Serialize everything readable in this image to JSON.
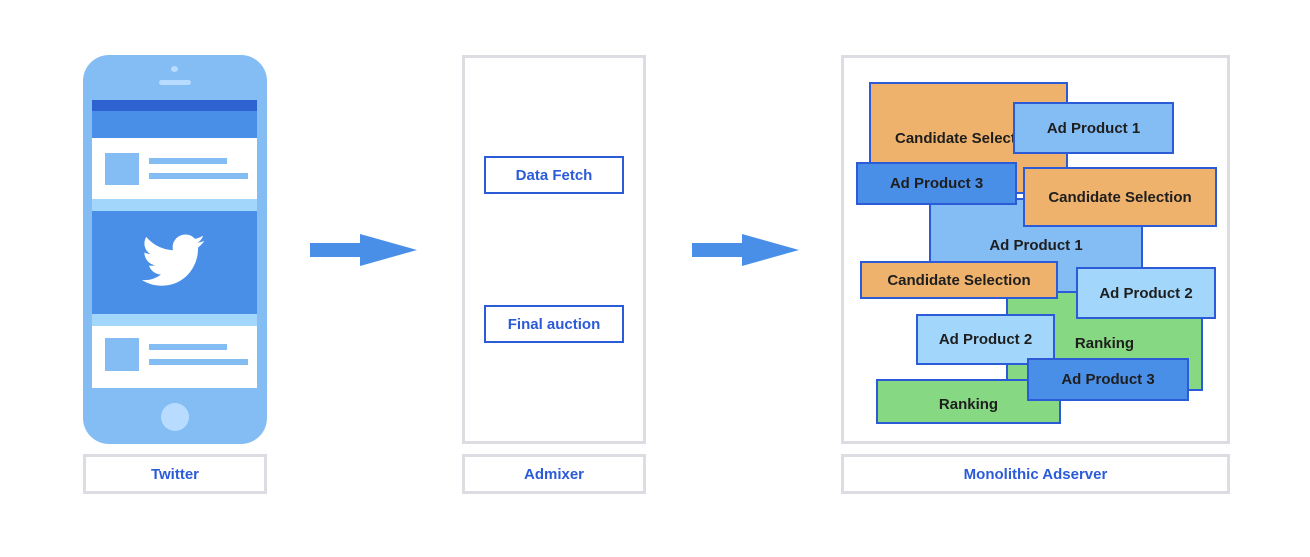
{
  "colors": {
    "panel_border": "#dcdde2",
    "text_blue": "#2b5bd7",
    "arrow": "#4a8fe7",
    "orange": "#efb26c",
    "light_blue": "#84bdf4",
    "mid_blue": "#4a8fe7",
    "pale_blue": "#a2d7fb",
    "green": "#86d882"
  },
  "twitter": {
    "caption": "Twitter",
    "icons": [
      "phone-icon",
      "twitter-bird-icon"
    ]
  },
  "admixer": {
    "caption": "Admixer",
    "steps": [
      "Data Fetch",
      "Final auction"
    ]
  },
  "adserver": {
    "caption": "Monolithic Adserver",
    "blocks": [
      "Candidate Selection",
      "Ad Product 1",
      "Ad Product 3",
      "Candidate Selection",
      "Ad Product 1",
      "Candidate Selection",
      "Ad Product 2",
      "Ranking",
      "Ad Product 2",
      "Ad Product 3",
      "Ranking"
    ]
  }
}
